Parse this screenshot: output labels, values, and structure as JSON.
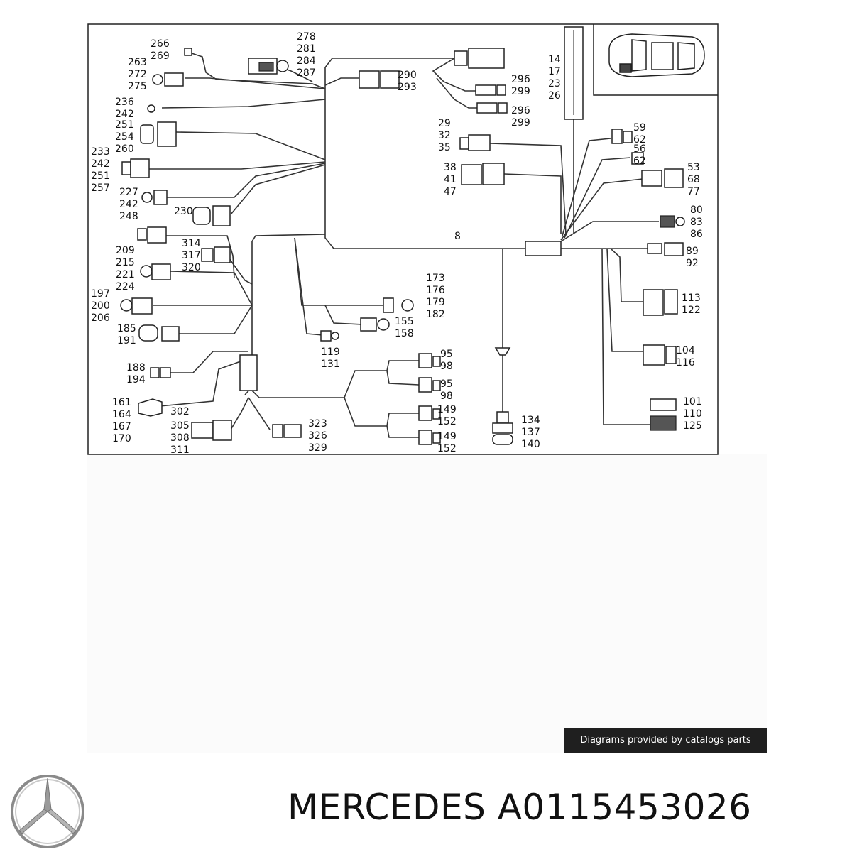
{
  "diagram": {
    "callouts": [
      {
        "lines": [
          "266",
          "269"
        ]
      },
      {
        "lines": [
          "278",
          "281",
          "284",
          "287"
        ]
      },
      {
        "lines": [
          "263",
          "272",
          "275"
        ]
      },
      {
        "lines": [
          "290",
          "293"
        ]
      },
      {
        "lines": [
          "296",
          "299"
        ]
      },
      {
        "lines": [
          "296",
          "299"
        ]
      },
      {
        "lines": [
          "14",
          "17",
          "23",
          "26"
        ]
      },
      {
        "lines": [
          "236",
          "242"
        ]
      },
      {
        "lines": [
          "251",
          "254",
          "260"
        ]
      },
      {
        "lines": [
          "29",
          "32",
          "35"
        ]
      },
      {
        "lines": [
          "59",
          "62"
        ]
      },
      {
        "lines": [
          "56",
          "62"
        ]
      },
      {
        "lines": [
          "233",
          "242",
          "251",
          "257"
        ]
      },
      {
        "lines": [
          "38",
          "41",
          "47"
        ]
      },
      {
        "lines": [
          "53",
          "68",
          "77"
        ]
      },
      {
        "lines": [
          "227",
          "242",
          "248"
        ]
      },
      {
        "lines": [
          "230"
        ]
      },
      {
        "lines": [
          "80",
          "83",
          "86"
        ]
      },
      {
        "lines": [
          "8"
        ]
      },
      {
        "lines": [
          "314",
          "317",
          "320"
        ]
      },
      {
        "lines": [
          "209",
          "215",
          "221",
          "224"
        ]
      },
      {
        "lines": [
          "89",
          "92"
        ]
      },
      {
        "lines": [
          "173",
          "176",
          "179",
          "182"
        ]
      },
      {
        "lines": [
          "113",
          "122"
        ]
      },
      {
        "lines": [
          "197",
          "200",
          "206"
        ]
      },
      {
        "lines": [
          "155",
          "158"
        ]
      },
      {
        "lines": [
          "185",
          "191"
        ]
      },
      {
        "lines": [
          "119",
          "131"
        ]
      },
      {
        "lines": [
          "104",
          "116"
        ]
      },
      {
        "lines": [
          "95",
          "98"
        ]
      },
      {
        "lines": [
          "95",
          "98"
        ]
      },
      {
        "lines": [
          "188",
          "194"
        ]
      },
      {
        "lines": [
          "161",
          "164",
          "167",
          "170"
        ]
      },
      {
        "lines": [
          "302"
        ]
      },
      {
        "lines": [
          "305",
          "308",
          "311"
        ]
      },
      {
        "lines": [
          "149",
          "152"
        ]
      },
      {
        "lines": [
          "149",
          "152"
        ]
      },
      {
        "lines": [
          "323",
          "326",
          "329"
        ]
      },
      {
        "lines": [
          "134",
          "137",
          "140"
        ]
      },
      {
        "lines": [
          "101",
          "110",
          "125"
        ]
      }
    ]
  },
  "credit_text": "Diagrams provided by catalogs parts",
  "footer": {
    "logo_icon": "mercedes-star-logo",
    "part_title": "MERCEDES A0115453026"
  },
  "colors": {
    "credit_bg": "#1f1f1f",
    "credit_text": "#ffffff",
    "line": "#222222"
  }
}
